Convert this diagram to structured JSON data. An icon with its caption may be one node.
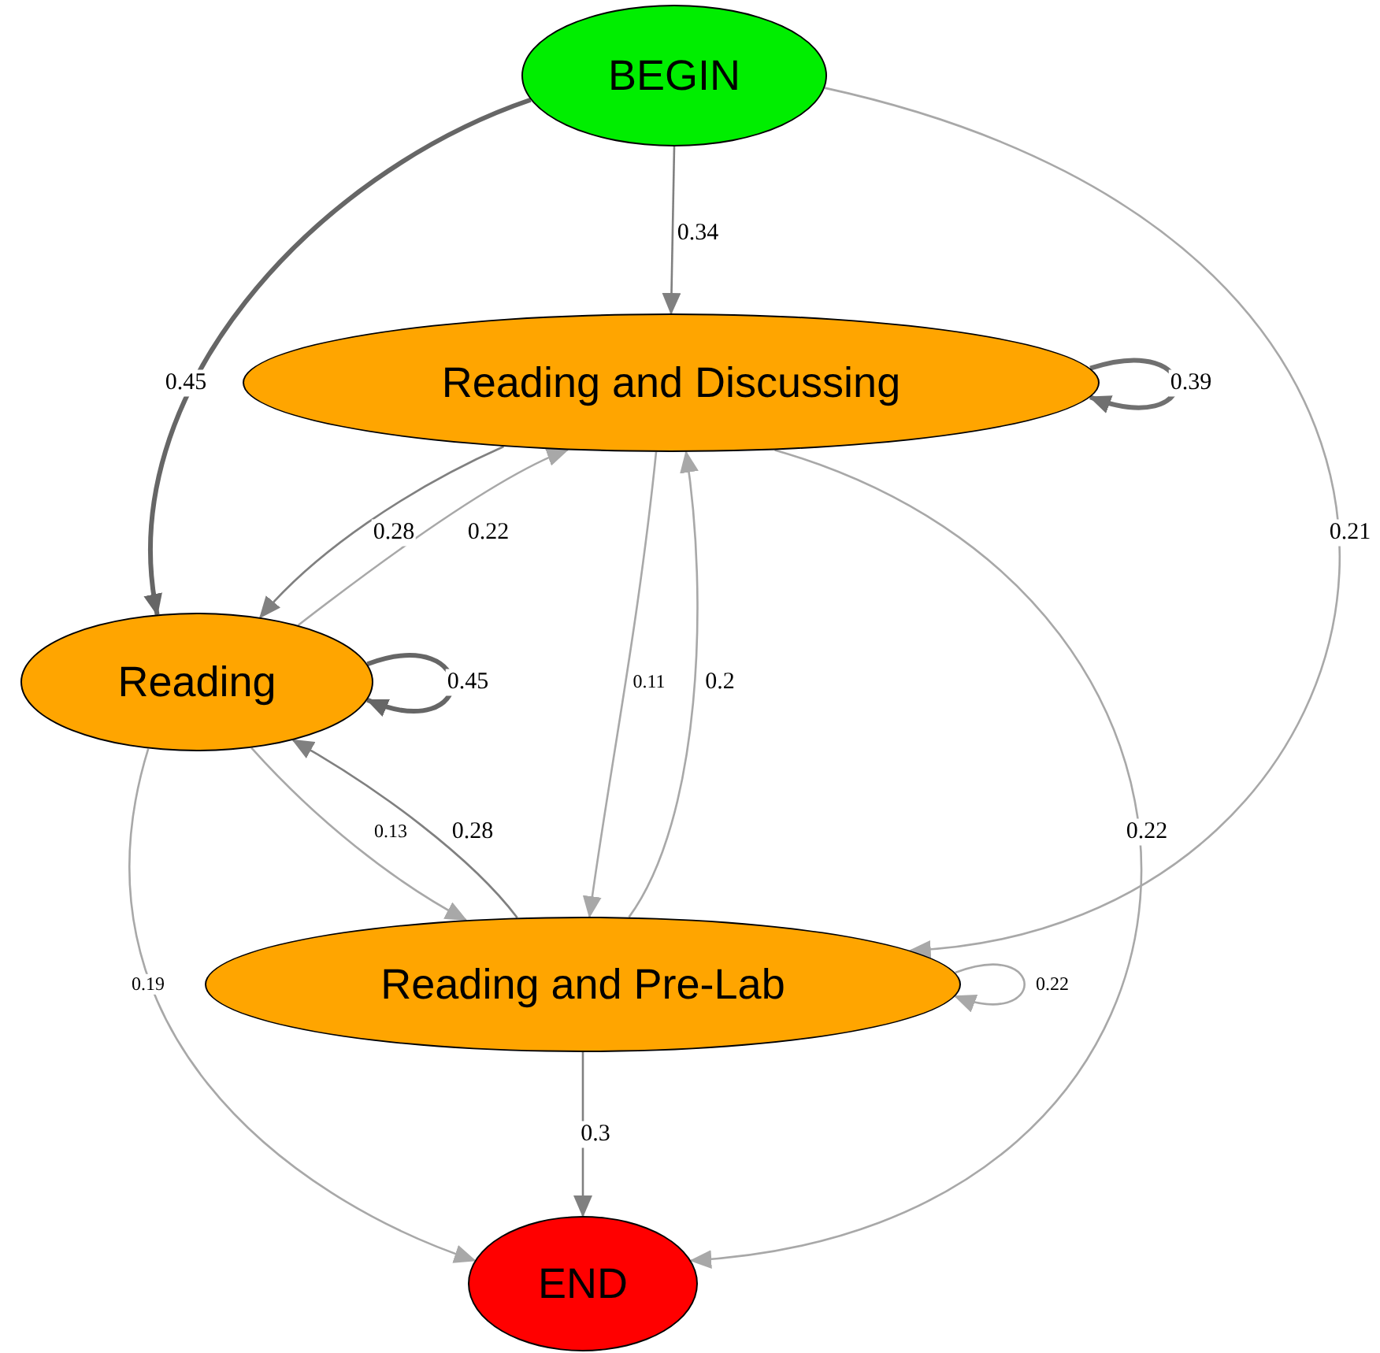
{
  "diagram": {
    "nodes": [
      {
        "text": [
          "BEGIN"
        ]
      },
      {
        "text": [
          "Reading and Discussing"
        ]
      },
      {
        "text": [
          "Reading"
        ]
      },
      {
        "text": [
          "Reading and Pre-Lab"
        ]
      },
      {
        "text": [
          "END"
        ]
      }
    ],
    "edges": [
      {
        "from": 0,
        "to": 1,
        "arrow": "to",
        "label": "0.34",
        "color": "#808080"
      },
      {
        "from": 0,
        "to": 2,
        "arrow": "to",
        "label": "0.45",
        "style": "thick",
        "color": "#666666"
      },
      {
        "from": 0,
        "to": 3,
        "arrow": "to",
        "label": "0.21"
      },
      {
        "from": 1,
        "to": 1,
        "arrow": "to",
        "label": "0.39",
        "style": "thick",
        "color": "#707070"
      },
      {
        "from": 1,
        "to": 2,
        "arrow": "to",
        "label": "0.28",
        "color": "#808080"
      },
      {
        "from": 2,
        "to": 1,
        "arrow": "to",
        "label": "0.22"
      },
      {
        "from": 1,
        "to": 3,
        "arrow": "to",
        "label": "0.11"
      },
      {
        "from": 3,
        "to": 1,
        "arrow": "to",
        "label": "0.2"
      },
      {
        "from": 1,
        "to": 4,
        "arrow": "to",
        "label": "0.22"
      },
      {
        "from": 2,
        "to": 2,
        "arrow": "to",
        "label": "0.45",
        "style": "thick",
        "color": "#666666"
      },
      {
        "from": 2,
        "to": 3,
        "arrow": "to",
        "label": "0.13"
      },
      {
        "from": 3,
        "to": 2,
        "arrow": "to",
        "label": "0.28",
        "color": "#808080"
      },
      {
        "from": 2,
        "to": 4,
        "arrow": "to",
        "label": "0.19"
      },
      {
        "from": 3,
        "to": 3,
        "arrow": "to",
        "label": "0.22"
      },
      {
        "from": 3,
        "to": 4,
        "arrow": "to",
        "label": "0.3",
        "color": "#808080"
      }
    ]
  }
}
